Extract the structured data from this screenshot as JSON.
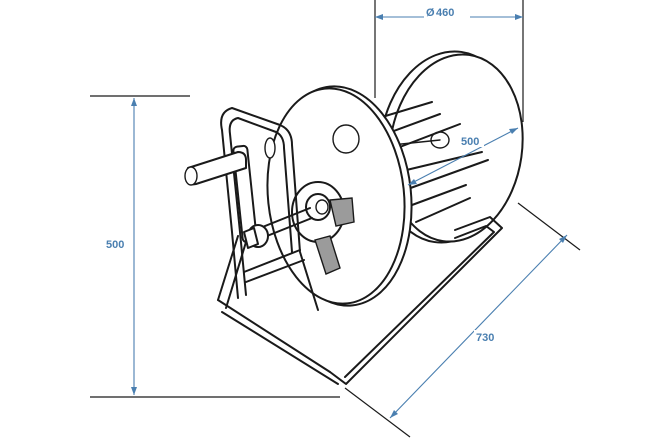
{
  "colors": {
    "line": "#1a1a1a",
    "dimension": "#4a7fb0",
    "background": "#ffffff"
  },
  "dimensions": {
    "drum_diameter": "460",
    "diameter_symbol": "Ø",
    "height": "500",
    "drum_length": "500",
    "base_depth": "730"
  }
}
